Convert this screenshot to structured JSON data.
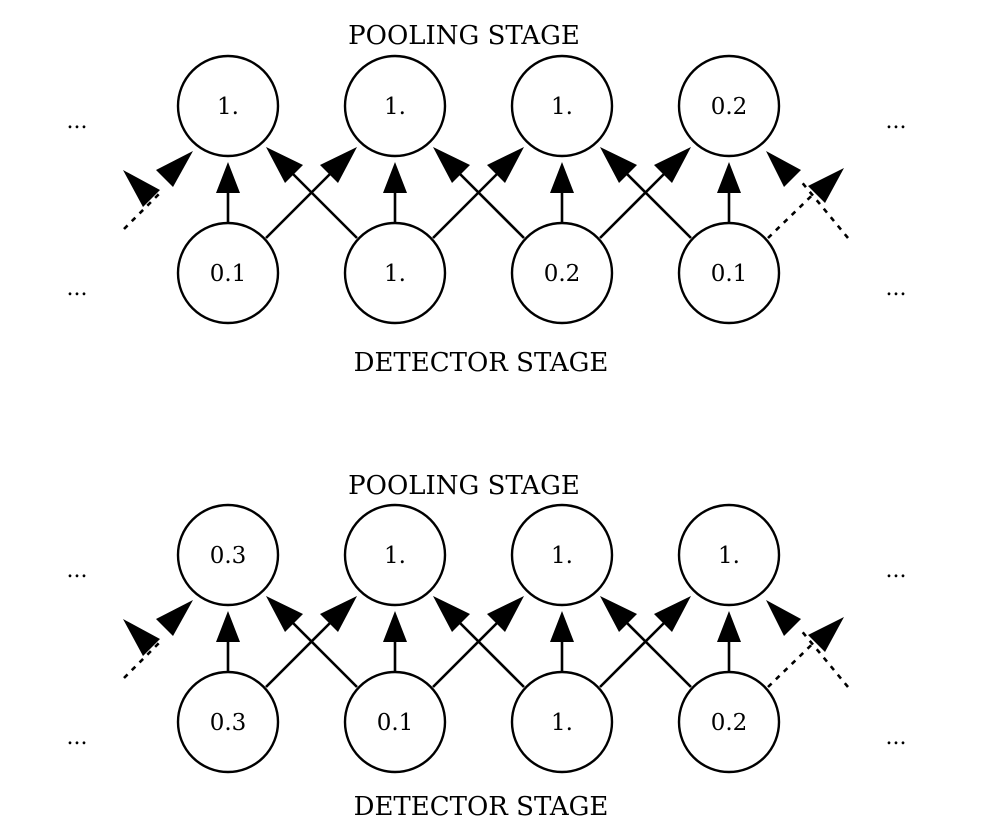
{
  "diagrams": [
    {
      "pooling_label": "POOLING STAGE",
      "detector_label": "DETECTOR STAGE",
      "pooling_values": [
        "1.",
        "1.",
        "1.",
        "0.2"
      ],
      "detector_values": [
        "0.1",
        "1.",
        "0.2",
        "0.1"
      ]
    },
    {
      "pooling_label": "POOLING STAGE",
      "detector_label": "DETECTOR STAGE",
      "pooling_values": [
        "0.3",
        "1.",
        "1.",
        "1."
      ],
      "detector_values": [
        "0.3",
        "0.1",
        "1.",
        "0.2"
      ]
    }
  ],
  "ellipsis": "..."
}
